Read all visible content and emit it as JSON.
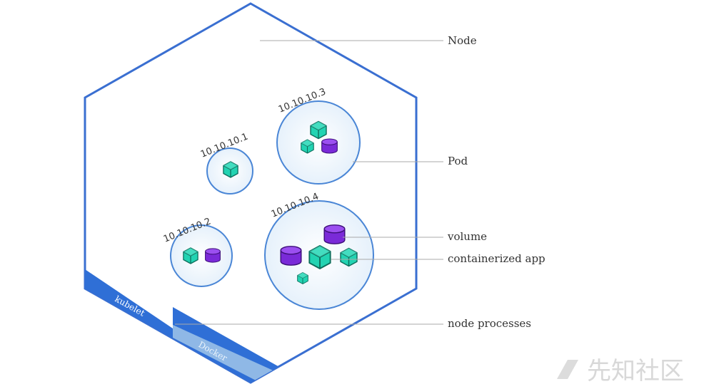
{
  "callouts": {
    "node": "Node",
    "pod": "Pod",
    "volume": "volume",
    "app": "containerized app",
    "processes": "node processes"
  },
  "pods": [
    {
      "ip": "10.10.10.1"
    },
    {
      "ip": "10.10.10.2"
    },
    {
      "ip": "10.10.10.3"
    },
    {
      "ip": "10.10.10.4"
    }
  ],
  "processes": {
    "kubelet": "kubelet",
    "docker": "Docker"
  },
  "watermark": {
    "text": "先知社区"
  },
  "colors": {
    "node_border": "#3a6fd1",
    "pod_border": "#4a86d6",
    "pod_fill": "#eef6fc",
    "container": "#22d3b2",
    "volume": "#7a2ad8",
    "kubelet_band": "#2f6fd6",
    "docker_band": "#8fb8e6"
  }
}
